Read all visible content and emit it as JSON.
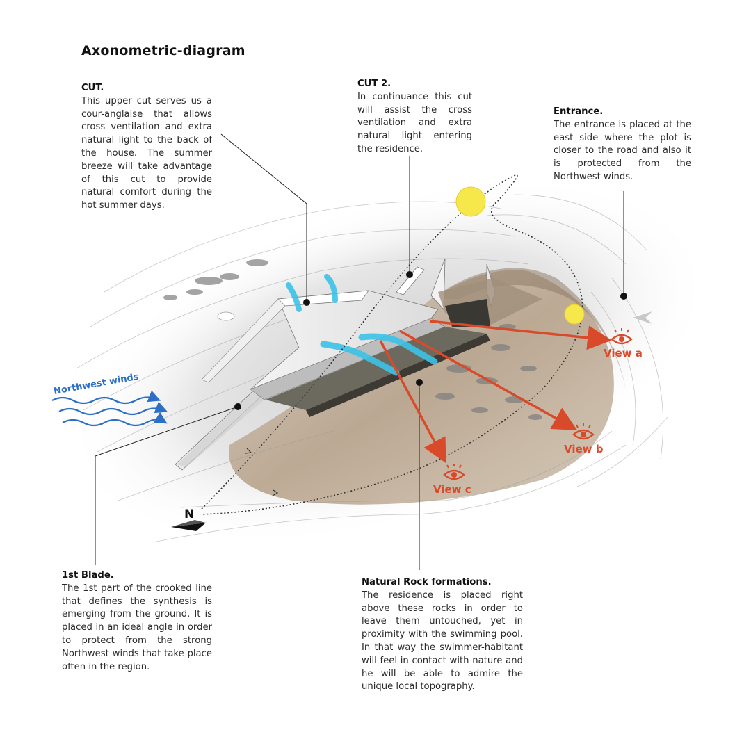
{
  "title": "Axonometric-diagram",
  "notes": {
    "cut1": {
      "heading": "CUT.",
      "body": "This upper cut serves us a cour-anglaise that allows cross ventilation and extra natural light to the back of the house. The summer breeze will take advantage of this cut to provide natural comfort during the hot summer days."
    },
    "cut2": {
      "heading": "CUT 2.",
      "body": "In continuance this cut will assist the cross ventilation and extra natural light entering the residence."
    },
    "entrance": {
      "heading": "Entrance.",
      "body": "The entrance is placed at the east side where the plot is closer to the road and also it is protected from the Northwest winds."
    },
    "blade": {
      "heading": "1st Blade.",
      "body": "The 1st part of the crooked line that defines the synthesis is emerging from the ground. It is placed in an ideal angle in order to protect from the strong Northwest winds that take place often in the region."
    },
    "rocks": {
      "heading": "Natural Rock formations.",
      "body": "The residence is placed right above these rocks in order to leave them untouched, yet in proximity with the swimming pool. In that way the swimmer-habitant will feel in contact with nature and he will be able to admire the unique local topography."
    }
  },
  "views": {
    "a": "View a",
    "b": "View b",
    "c": "View c"
  },
  "wind_label": "Northwest winds",
  "north_label": "N",
  "colors": {
    "view_arrow": "#d94a2a",
    "wind": "#2c6fc4",
    "airflow": "#3cc3e8",
    "sun": "#f6e84a",
    "leader": "#222222"
  },
  "icons": [
    "eye-icon",
    "sun-icon",
    "north-arrow-icon",
    "wind-icon"
  ]
}
